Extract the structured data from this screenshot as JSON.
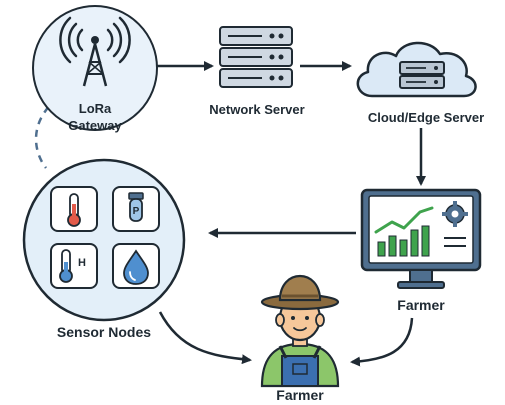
{
  "nodes": {
    "gateway": {
      "label_line1": "LoRa",
      "label_line2": "Gateway",
      "icon": "radio-tower-icon"
    },
    "network_server": {
      "label": "Network Server",
      "icon": "server-rack-icon"
    },
    "cloud_server": {
      "label": "Cloud/Edge Server",
      "icon": "cloud-server-icon"
    },
    "dashboard": {
      "label": "Farmer",
      "icon": "monitor-dashboard-icon"
    },
    "sensor_nodes": {
      "label": "Sensor Nodes",
      "sensors": [
        {
          "icon": "thermometer-icon"
        },
        {
          "icon": "ph-sensor-icon",
          "text": "P"
        },
        {
          "icon": "humidity-thermometer-icon",
          "text": "H"
        },
        {
          "icon": "water-drop-icon"
        }
      ]
    },
    "farmer": {
      "label": "Farmer",
      "icon": "farmer-icon"
    }
  },
  "colors": {
    "outline": "#1f2a33",
    "light_blue": "#e3eff9",
    "mid_blue": "#9fc6e8",
    "accent_blue": "#4f8fcf",
    "green": "#3fa34d",
    "skin": "#f6c79a",
    "hat": "#8a6a3e",
    "shirt_green": "#8cc66a",
    "overalls": "#3b6fb0",
    "red": "#e35b4a",
    "orange": "#f2a444"
  }
}
